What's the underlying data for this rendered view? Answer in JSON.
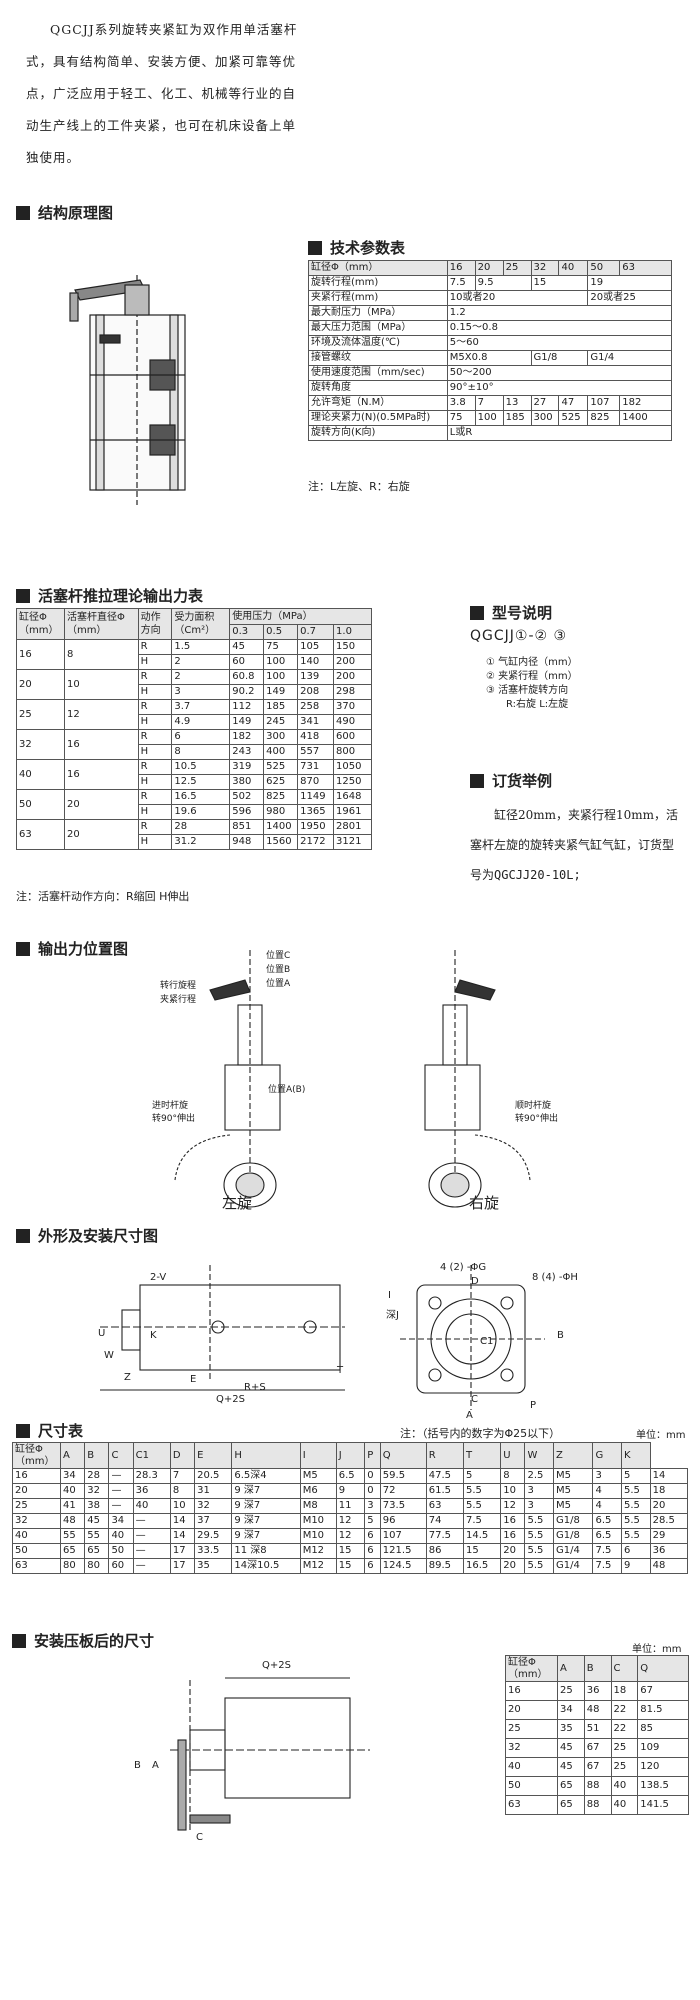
{
  "intro": "QGCJJ系列旋转夹紧缸为双作用单活塞杆式，具有结构简单、安装方便、加紧可靠等优点，广泛应用于轻工、化工、机械等行业的自动生产线上的工件夹紧，也可在机床设备上单独使用。",
  "sections": {
    "structure": "结构原理图",
    "tech": "技术参数表",
    "force": "活塞杆推拉理论输出力表",
    "model": "型号说明",
    "order": "订货举例",
    "position": "输出力位置图",
    "dims": "外形及安装尺寸图",
    "size": "尺寸表",
    "plate": "安装压板后的尺寸"
  },
  "tech_table": {
    "rows": [
      [
        "缸径Φ（mm）",
        "16",
        "20",
        "25",
        "32",
        "40",
        "50",
        "63"
      ],
      [
        "旋转行程(mm)",
        "7.5",
        "9.5",
        "",
        "15",
        "",
        "19",
        ""
      ],
      [
        "夹紧行程(mm)",
        "10或者20",
        "",
        "",
        "",
        "",
        "20或者25",
        ""
      ],
      [
        "最大耐压力（MPa）",
        "1.2",
        "",
        "",
        "",
        "",
        "",
        ""
      ],
      [
        "最大压力范围（MPa）",
        "0.15～0.8",
        "",
        "",
        "",
        "",
        "",
        ""
      ],
      [
        "环境及流体温度(℃)",
        "5～60",
        "",
        "",
        "",
        "",
        "",
        ""
      ],
      [
        "接管螺纹",
        "M5X0.8",
        "",
        "",
        "G1/8",
        "",
        "G1/4",
        ""
      ],
      [
        "使用速度范围（mm/sec)",
        "50～200",
        "",
        "",
        "",
        "",
        "",
        ""
      ],
      [
        "旋转角度",
        "90°±10°",
        "",
        "",
        "",
        "",
        "",
        ""
      ],
      [
        "允许弯矩（N.M）",
        "3.8",
        "7",
        "13",
        "27",
        "47",
        "107",
        "182"
      ],
      [
        "理论夹紧力(N)(0.5MPa时)",
        "75",
        "100",
        "185",
        "300",
        "525",
        "825",
        "1400"
      ],
      [
        "旋转方向(K向)",
        "L或R",
        "",
        "",
        "",
        "",
        "",
        ""
      ]
    ],
    "note": "注：L左旋、R：右旋"
  },
  "force_table": {
    "head1": [
      "缸径Φ（mm）",
      "活塞杆直径Φ（mm）",
      "动作方向",
      "受力面积（Cm²）",
      "使用压力（MPa）"
    ],
    "pressures": [
      "0.3",
      "0.5",
      "0.7",
      "1.0"
    ],
    "rows": [
      [
        "16",
        "8",
        "R",
        "1.5",
        "45",
        "75",
        "105",
        "150"
      ],
      [
        "",
        "",
        "H",
        "2",
        "60",
        "100",
        "140",
        "200"
      ],
      [
        "20",
        "10",
        "R",
        "2",
        "60.8",
        "100",
        "139",
        "200"
      ],
      [
        "",
        "",
        "H",
        "3",
        "90.2",
        "149",
        "208",
        "298"
      ],
      [
        "25",
        "12",
        "R",
        "3.7",
        "112",
        "185",
        "258",
        "370"
      ],
      [
        "",
        "",
        "H",
        "4.9",
        "149",
        "245",
        "341",
        "490"
      ],
      [
        "32",
        "16",
        "R",
        "6",
        "182",
        "300",
        "418",
        "600"
      ],
      [
        "",
        "",
        "H",
        "8",
        "243",
        "400",
        "557",
        "800"
      ],
      [
        "40",
        "16",
        "R",
        "10.5",
        "319",
        "525",
        "731",
        "1050"
      ],
      [
        "",
        "",
        "H",
        "12.5",
        "380",
        "625",
        "870",
        "1250"
      ],
      [
        "50",
        "20",
        "R",
        "16.5",
        "502",
        "825",
        "1149",
        "1648"
      ],
      [
        "",
        "",
        "H",
        "19.6",
        "596",
        "980",
        "1365",
        "1961"
      ],
      [
        "63",
        "20",
        "R",
        "28",
        "851",
        "1400",
        "1950",
        "2801"
      ],
      [
        "",
        "",
        "H",
        "31.2",
        "948",
        "1560",
        "2172",
        "3121"
      ]
    ],
    "note": "注：活塞杆动作方向：R缩回 H伸出"
  },
  "model": {
    "code": "QGCJJ①-② ③",
    "items": [
      "① 气缸内径（mm）",
      "② 夹紧行程（mm）",
      "③ 活塞杆旋转方向"
    ],
    "sub": "R:右旋 L:左旋"
  },
  "order": {
    "text": "缸径20mm，夹紧行程10mm，活塞杆左旋的旋转夹紧气缸气缸，订货型号为",
    "code": "QGCJJ20-10L;"
  },
  "position": {
    "left": "左旋",
    "right": "右旋",
    "labels": [
      "位置C",
      "位置B",
      "位置A",
      "转行旋程",
      "夹紧行程",
      "位置A(B)",
      "进时杆旋转90°伸出",
      "顺时杆旋转90°伸出"
    ]
  },
  "dims_note": "注：（括号内的数字为Φ25以下）",
  "unit": "单位：mm",
  "size_table": {
    "head": [
      "缸径Φ（mm）",
      "A",
      "B",
      "C",
      "C1",
      "D",
      "E",
      "H",
      "I",
      "J",
      "P",
      "Q",
      "R",
      "T",
      "U",
      "W",
      "Z",
      "G",
      "K"
    ],
    "rows": [
      [
        "16",
        "34",
        "28",
        "—",
        "28.3",
        "7",
        "20.5",
        "6.5深4",
        "M5",
        "6.5",
        "0",
        "59.5",
        "47.5",
        "5",
        "8",
        "2.5",
        "M5",
        "3",
        "5",
        "14"
      ],
      [
        "20",
        "40",
        "32",
        "—",
        "36",
        "8",
        "31",
        "9 深7",
        "M6",
        "9",
        "0",
        "72",
        "61.5",
        "5.5",
        "10",
        "3",
        "M5",
        "4",
        "5.5",
        "18"
      ],
      [
        "25",
        "41",
        "38",
        "—",
        "40",
        "10",
        "32",
        "9 深7",
        "M8",
        "11",
        "3",
        "73.5",
        "63",
        "5.5",
        "12",
        "3",
        "M5",
        "4",
        "5.5",
        "20"
      ],
      [
        "32",
        "48",
        "45",
        "34",
        "—",
        "14",
        "37",
        "9 深7",
        "M10",
        "12",
        "5",
        "96",
        "74",
        "7.5",
        "16",
        "5.5",
        "G1/8",
        "6.5",
        "5.5",
        "28.5"
      ],
      [
        "40",
        "55",
        "55",
        "40",
        "—",
        "14",
        "29.5",
        "9 深7",
        "M10",
        "12",
        "6",
        "107",
        "77.5",
        "14.5",
        "16",
        "5.5",
        "G1/8",
        "6.5",
        "5.5",
        "29"
      ],
      [
        "50",
        "65",
        "65",
        "50",
        "—",
        "17",
        "33.5",
        "11 深8",
        "M12",
        "15",
        "6",
        "121.5",
        "86",
        "15",
        "20",
        "5.5",
        "G1/4",
        "7.5",
        "6",
        "36"
      ],
      [
        "63",
        "80",
        "80",
        "60",
        "—",
        "17",
        "35",
        "14深10.5",
        "M12",
        "15",
        "6",
        "124.5",
        "89.5",
        "16.5",
        "20",
        "5.5",
        "G1/4",
        "7.5",
        "9",
        "48"
      ]
    ]
  },
  "plate_table": {
    "head": [
      "缸径Φ（mm）",
      "A",
      "B",
      "C",
      "Q"
    ],
    "rows": [
      [
        "16",
        "25",
        "36",
        "18",
        "67"
      ],
      [
        "20",
        "34",
        "48",
        "22",
        "81.5"
      ],
      [
        "25",
        "35",
        "51",
        "22",
        "85"
      ],
      [
        "32",
        "45",
        "67",
        "25",
        "109"
      ],
      [
        "40",
        "45",
        "67",
        "25",
        "120"
      ],
      [
        "50",
        "65",
        "88",
        "40",
        "138.5"
      ],
      [
        "63",
        "65",
        "88",
        "40",
        "141.5"
      ]
    ]
  },
  "dim_labels": [
    "2-V",
    "W",
    "Z",
    "E",
    "R+S",
    "Q+2S",
    "T",
    "4 (2) -ΦG",
    "8 (4) -ΦH",
    "D",
    "I",
    "深J",
    "B",
    "C1",
    "C",
    "A",
    "P",
    "K",
    "U"
  ]
}
